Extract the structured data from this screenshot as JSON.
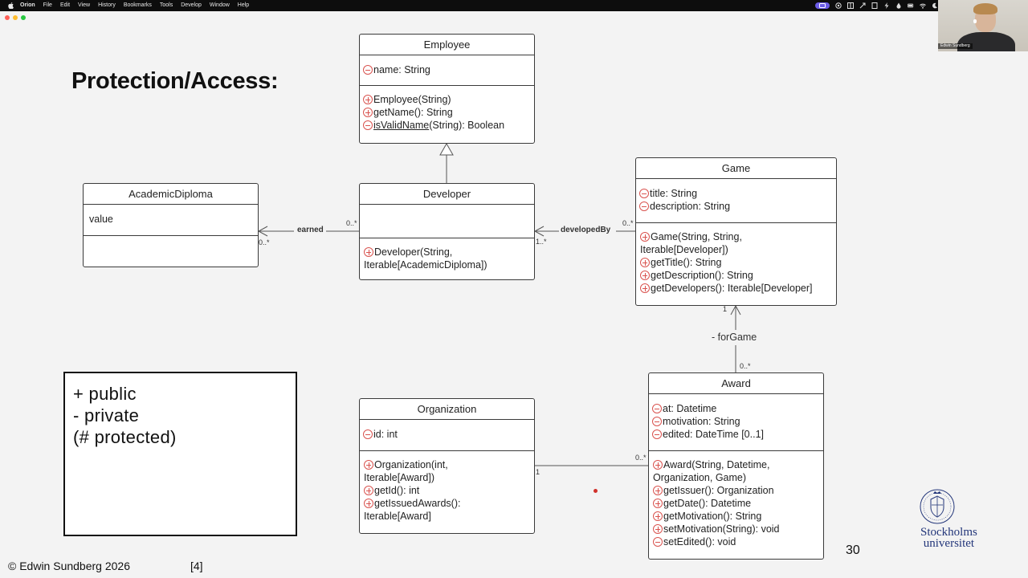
{
  "menubar": {
    "items": [
      "Orion",
      "File",
      "Edit",
      "View",
      "History",
      "Bookmarks",
      "Tools",
      "Develop",
      "Window",
      "Help"
    ]
  },
  "webcam": {
    "name": "Edwin Sundberg"
  },
  "slide": {
    "title": "Protection/Access:",
    "number": "30",
    "copyright": "© Edwin Sundberg 2026",
    "reference": "[4]"
  },
  "legend": {
    "lines": [
      "+ public",
      "- private",
      "(# protected)"
    ]
  },
  "logo": {
    "lines": [
      "Stockholms",
      "universitet"
    ]
  },
  "colors": {
    "visibility": "#d9534f",
    "border": "#3a3a3a",
    "logo": "#23367a"
  },
  "classes": {
    "employee": {
      "name": "Employee",
      "attributes": [
        {
          "vis": "private",
          "text": "name: String"
        }
      ],
      "methods": [
        {
          "vis": "public",
          "text": "Employee(String)"
        },
        {
          "vis": "public",
          "text": "getName(): String"
        },
        {
          "vis": "private",
          "underlined": "isValidName",
          "text": "(String): Boolean"
        }
      ]
    },
    "developer": {
      "name": "Developer",
      "attributes": [],
      "methods": [
        {
          "vis": "public",
          "text": "Developer(String,"
        },
        {
          "vis": "",
          "text": "Iterable[AcademicDiploma])"
        }
      ]
    },
    "academic_diploma": {
      "name": "AcademicDiploma",
      "attributes": [
        {
          "vis": "",
          "text": "value"
        }
      ],
      "methods": []
    },
    "game": {
      "name": "Game",
      "attributes": [
        {
          "vis": "private",
          "text": "title: String"
        },
        {
          "vis": "private",
          "text": "description: String"
        }
      ],
      "methods": [
        {
          "vis": "public",
          "text": "Game(String, String,"
        },
        {
          "vis": "",
          "text": "Iterable[Developer])"
        },
        {
          "vis": "public",
          "text": "getTitle(): String"
        },
        {
          "vis": "public",
          "text": "getDescription(): String"
        },
        {
          "vis": "public",
          "text": "getDevelopers(): Iterable[Developer]"
        }
      ]
    },
    "organization": {
      "name": "Organization",
      "attributes": [
        {
          "vis": "private",
          "text": "id: int"
        }
      ],
      "methods": [
        {
          "vis": "public",
          "text": "Organization(int,"
        },
        {
          "vis": "",
          "text": "Iterable[Award])"
        },
        {
          "vis": "public",
          "text": "getId(): int"
        },
        {
          "vis": "public",
          "text": "getIssuedAwards():"
        },
        {
          "vis": "",
          "text": "Iterable[Award]"
        }
      ]
    },
    "award": {
      "name": "Award",
      "attributes": [
        {
          "vis": "private",
          "text": "at: Datetime"
        },
        {
          "vis": "private",
          "text": "motivation: String"
        },
        {
          "vis": "private",
          "text": "edited: DateTime [0..1]"
        }
      ],
      "methods": [
        {
          "vis": "public",
          "text": "Award(String, Datetime,"
        },
        {
          "vis": "",
          "text": "Organization, Game)"
        },
        {
          "vis": "public",
          "text": "getIssuer(): Organization"
        },
        {
          "vis": "public",
          "text": "getDate(): Datetime"
        },
        {
          "vis": "public",
          "text": "getMotivation(): String"
        },
        {
          "vis": "public",
          "text": "setMotivation(String): void"
        },
        {
          "vis": "private",
          "text": "setEdited(): void"
        }
      ]
    }
  },
  "relations": {
    "earned": {
      "label": "earned",
      "mult_source": "0..*",
      "mult_target": "0..*"
    },
    "developed_by": {
      "label": "developedBy",
      "mult_source": "0..*",
      "mult_target": "1..*"
    },
    "for_game": {
      "label": "- forGame",
      "mult_source": "0..*",
      "mult_target": "1"
    },
    "issued": {
      "mult_org": "1",
      "mult_award": "0..*"
    }
  }
}
